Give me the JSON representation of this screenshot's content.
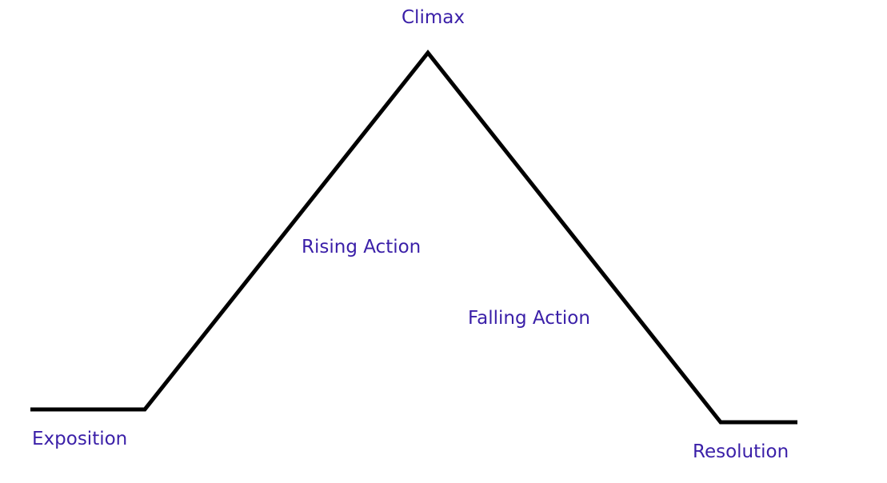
{
  "colors": {
    "label": "#3a1fa8",
    "line": "#000000",
    "background": "#ffffff"
  },
  "labels": {
    "climax": "Climax",
    "rising_action": "Rising Action",
    "falling_action": "Falling Action",
    "exposition": "Exposition",
    "resolution": "Resolution"
  }
}
